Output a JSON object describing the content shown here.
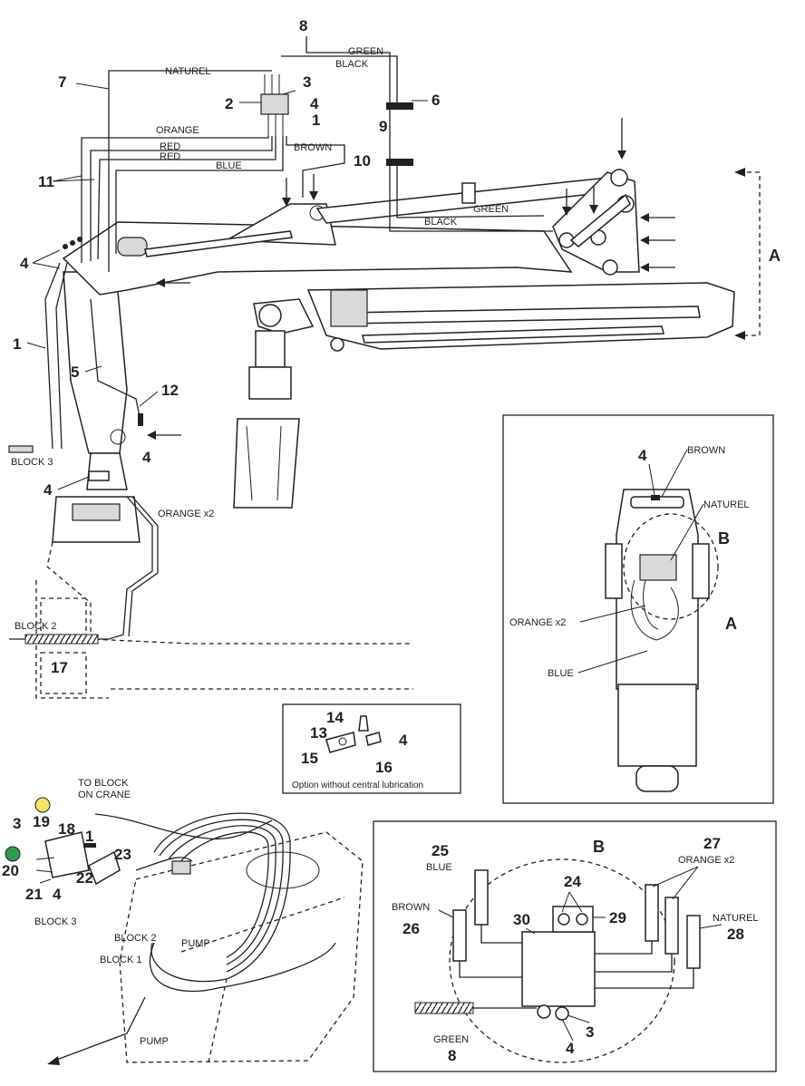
{
  "main": {
    "colors": {
      "NATUREL": "NATUREL",
      "GREEN": "GREEN",
      "BLACK": "BLACK",
      "ORANGE": "ORANGE",
      "RED": "RED",
      "BLUE": "BLUE",
      "BROWN": "BROWN"
    },
    "refs": {
      "r1": "1",
      "r2": "2",
      "r3": "3",
      "r4": "4",
      "r5": "5",
      "r6": "6",
      "r7": "7",
      "r8": "8",
      "r9": "9",
      "r10": "10",
      "r11": "11",
      "r12": "12",
      "r17": "17"
    },
    "orange_x2": "ORANGE x2",
    "block3": "BLOCK 3",
    "block2": "BLOCK 2",
    "view_a": "A"
  },
  "option": {
    "caption": "Option without central lubrication",
    "refs": {
      "r13": "13",
      "r14": "14",
      "r15": "15",
      "r16": "16",
      "r4": "4"
    }
  },
  "pump": {
    "to_block_line1": "TO BLOCK",
    "to_block_line2": "ON CRANE",
    "block2": "BLOCK 2",
    "block1": "BLOCK 1",
    "pump_short": "PUMP",
    "pump": "PUMP",
    "block3_caption": "BLOCK 3",
    "refs": {
      "r1": "1",
      "r3": "3",
      "r4": "4",
      "r18": "18",
      "r19": "19",
      "r20": "20",
      "r21": "21",
      "r22": "22",
      "r23": "23"
    },
    "dot_colors": {
      "yellow": "#f5e663",
      "green": "#2e9b4a"
    }
  },
  "view_a": {
    "brown": "BROWN",
    "naturel": "NATUREL",
    "orange_x2": "ORANGE x2",
    "blue": "BLUE",
    "b": "B",
    "a": "A",
    "r4": "4"
  },
  "view_b": {
    "title": "B",
    "blue": "BLUE",
    "brown": "BROWN",
    "green": "GREEN",
    "orange_x2": "ORANGE x2",
    "naturel": "NATUREL",
    "refs": {
      "r3": "3",
      "r4": "4",
      "r8": "8",
      "r24": "24",
      "r25": "25",
      "r26": "26",
      "r27": "27",
      "r28": "28",
      "r29": "29",
      "r30": "30"
    }
  }
}
